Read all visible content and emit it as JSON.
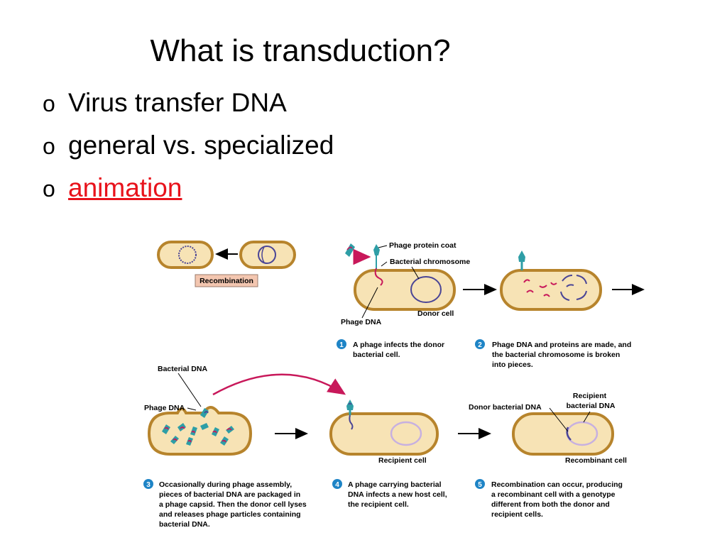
{
  "title": "What is transduction?",
  "bullets": [
    {
      "mark": "o",
      "text": "Virus transfer DNA"
    },
    {
      "mark": "o",
      "text": "general vs. specialized"
    },
    {
      "mark": "o",
      "text": "animation",
      "is_link": true
    }
  ],
  "colors": {
    "cell_fill": "#f7e3b5",
    "cell_border": "#b7842c",
    "chromosome": "#4a4596",
    "phage": "#2e9ea6",
    "phage_dna": "#c8185a",
    "step_badge": "#1e84c6",
    "link": "#e8121b"
  },
  "figure": {
    "labels": {
      "recombination": "Recombination",
      "phage_protein_coat": "Phage protein coat",
      "bacterial_chromosome": "Bacterial chromosome",
      "phage_dna_top": "Phage DNA",
      "donor_cell": "Donor cell",
      "bacterial_dna": "Bacterial DNA",
      "phage_dna_bottom": "Phage DNA",
      "recipient_cell": "Recipient cell",
      "donor_bacterial_dna": "Donor bacterial DNA",
      "recipient_bacterial_dna": [
        "Recipient",
        "bacterial DNA"
      ],
      "recombinant_cell": "Recombinant cell"
    },
    "steps": [
      {
        "num": "1",
        "lines": [
          "A phage infects the donor",
          "bacterial cell."
        ]
      },
      {
        "num": "2",
        "lines": [
          "Phage DNA and proteins are made, and",
          "the bacterial chromosome is broken",
          "into pieces."
        ]
      },
      {
        "num": "3",
        "lines": [
          "Occasionally during phage assembly,",
          "pieces of bacterial DNA are packaged in",
          "a phage capsid. Then the donor cell lyses",
          "and releases phage particles containing",
          "bacterial DNA."
        ]
      },
      {
        "num": "4",
        "lines": [
          "A phage carrying bacterial",
          "DNA infects a new host cell,",
          "the recipient cell."
        ]
      },
      {
        "num": "5",
        "lines": [
          "Recombination can occur, producing",
          "a recombinant cell with a genotype",
          "different from both the donor and",
          "recipient cells."
        ]
      }
    ]
  }
}
